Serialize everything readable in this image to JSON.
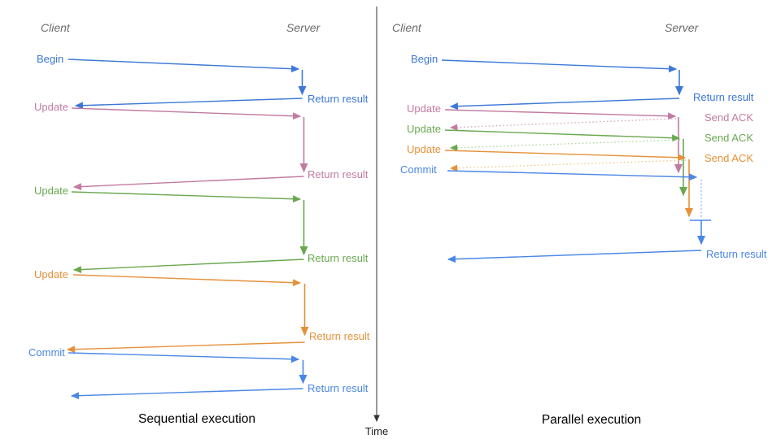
{
  "palette": {
    "begin_blue": "#3c78d8",
    "commit_blue": "#4a86e8",
    "pink": "#c27ba0",
    "green": "#6aa84f",
    "orange": "#e69138",
    "pink_light": "#d5a6bd",
    "green_light": "#b0d49c",
    "orange_light": "#f6c590",
    "blue_light": "#7da7ee",
    "header_gray": "#6b6b6b",
    "axis_dark": "#333333",
    "title_black": "#000000"
  },
  "time_axis": {
    "label": "Time"
  },
  "sequential": {
    "client_label": "Client",
    "server_label": "Server",
    "title": "Sequential execution",
    "messages": [
      {
        "label": "Begin",
        "response": "Return result",
        "color": "#3c78d8"
      },
      {
        "label": "Update",
        "response": "Return result",
        "color": "#c27ba0"
      },
      {
        "label": "Update",
        "response": "Return result",
        "color": "#6aa84f"
      },
      {
        "label": "Update",
        "response": "Return result",
        "color": "#e69138"
      },
      {
        "label": "Commit",
        "response": "Return result",
        "color": "#4a86e8"
      }
    ]
  },
  "parallel": {
    "client_label": "Client",
    "server_label": "Server",
    "title": "Parallel execution",
    "messages": [
      {
        "label": "Begin",
        "response": "Return result",
        "color": "#3c78d8"
      },
      {
        "label": "Update",
        "response": "Send ACK",
        "color": "#c27ba0"
      },
      {
        "label": "Update",
        "response": "Send ACK",
        "color": "#6aa84f"
      },
      {
        "label": "Update",
        "response": "Send ACK",
        "color": "#e69138"
      },
      {
        "label": "Commit",
        "response": "Return result",
        "color": "#4a86e8"
      }
    ]
  }
}
